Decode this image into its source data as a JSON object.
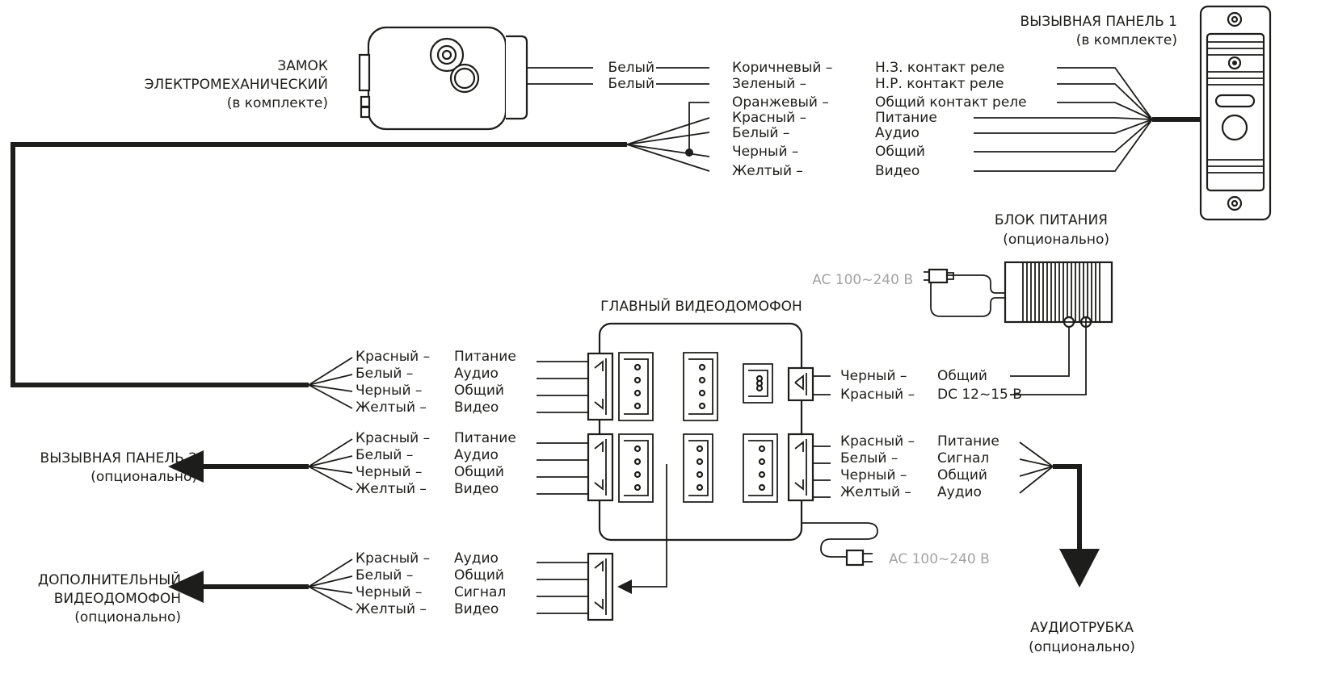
{
  "components": {
    "lock": {
      "line1": "ЗАМОК",
      "line2": "ЭЛЕКТРОМЕХАНИЧЕСКИЙ",
      "line3": "(в комплекте)"
    },
    "call_panel_1": {
      "line1": "ВЫЗЫВНАЯ ПАНЕЛЬ 1",
      "line2": "(в комплекте)"
    },
    "power_supply": {
      "line1": "БЛОК ПИТАНИЯ",
      "line2": "(опционально)"
    },
    "main_unit": {
      "title": "ГЛАВНЫЙ ВИДЕОДОМОФОН"
    },
    "call_panel_2": {
      "line1": "ВЫЗЫВНАЯ ПАНЕЛЬ 2",
      "line2": "(опционально)"
    },
    "extra_monitor": {
      "line1": "ДОПОЛНИТЕЛЬНЫЙ",
      "line2": "ВИДЕОДОМОФОН",
      "line3": "(опционально)"
    },
    "handset": {
      "line1": "АУДИОТРУБКА",
      "line2": "(опционально)"
    }
  },
  "lock_wires": [
    "Белый",
    "Белый"
  ],
  "panel1_wires": [
    {
      "color": "Коричневый –",
      "signal": "Н.З. контакт реле"
    },
    {
      "color": "Зеленый –",
      "signal": "Н.Р. контакт реле"
    },
    {
      "color": "Оранжевый –",
      "signal": "Общий контакт реле"
    },
    {
      "color": "Красный –",
      "signal": "Питание"
    },
    {
      "color": "Белый –",
      "signal": "Аудио"
    },
    {
      "color": "Черный –",
      "signal": "Общий"
    },
    {
      "color": "Желтый –",
      "signal": "Видео"
    }
  ],
  "left_groups": [
    [
      {
        "color": "Красный –",
        "signal": "Питание"
      },
      {
        "color": "Белый –",
        "signal": "Аудио"
      },
      {
        "color": "Черный –",
        "signal": "Общий"
      },
      {
        "color": "Желтый –",
        "signal": "Видео"
      }
    ],
    [
      {
        "color": "Красный –",
        "signal": "Питание"
      },
      {
        "color": "Белый –",
        "signal": "Аудио"
      },
      {
        "color": "Черный –",
        "signal": "Общий"
      },
      {
        "color": "Желтый –",
        "signal": "Видео"
      }
    ],
    [
      {
        "color": "Красный –",
        "signal": "Аудио"
      },
      {
        "color": "Белый –",
        "signal": "Общий"
      },
      {
        "color": "Черный –",
        "signal": "Сигнал"
      },
      {
        "color": "Желтый –",
        "signal": "Видео"
      }
    ]
  ],
  "power_wires": [
    {
      "color": "Черный –",
      "signal": "Общий"
    },
    {
      "color": "Красный –",
      "signal": "DC 12~15 В"
    }
  ],
  "handset_wires": [
    {
      "color": "Красный –",
      "signal": "Питание"
    },
    {
      "color": "Белый –",
      "signal": "Сигнал"
    },
    {
      "color": "Черный –",
      "signal": "Общий"
    },
    {
      "color": "Желтый –",
      "signal": "Аудио"
    }
  ],
  "mains_label": "AC 100~240 В",
  "colors": {
    "ink": "#1d1d1b",
    "mains_text": "#a3a3a3",
    "background": "#ffffff"
  }
}
